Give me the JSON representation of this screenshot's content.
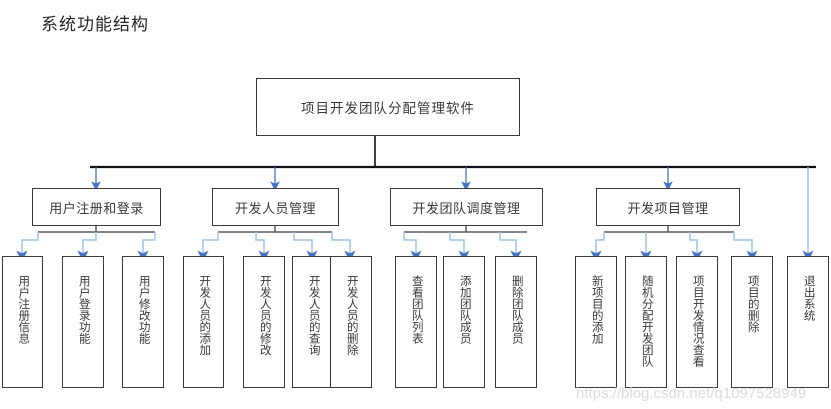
{
  "page": {
    "title": "系统功能结构",
    "watermark": "https://blog.csdn.net/q1097528949"
  },
  "colors": {
    "box_border": "#3b3b3b",
    "bus_line": "#111111",
    "connector": "#9dc3e6",
    "arrow_head": "#4472c4",
    "text": "#3a3a3a",
    "background": "#ffffff"
  },
  "chart_data": {
    "type": "diagram",
    "subtype": "tree-org-chart",
    "title": "系统功能结构",
    "root": {
      "label": "项目开发团队分配管理软件"
    },
    "groups": [
      {
        "label": "用户注册和登录",
        "leaves": [
          {
            "label": "用户注册信息"
          },
          {
            "label": "用户登录功能"
          },
          {
            "label": "用户修改功能"
          }
        ]
      },
      {
        "label": "开发人员管理",
        "leaves": [
          {
            "label": "开发人员的添加"
          },
          {
            "label": "开发人员的修改"
          },
          {
            "label": "开发人员的查询"
          },
          {
            "label": "开发人员的删除"
          }
        ]
      },
      {
        "label": "开发团队调度管理",
        "leaves": [
          {
            "label": "查看团队列表"
          },
          {
            "label": "添加团队成员"
          },
          {
            "label": "删除团队成员"
          }
        ]
      },
      {
        "label": "开发项目管理",
        "leaves": [
          {
            "label": "新项目的添加"
          },
          {
            "label": "随机分配开发团队"
          },
          {
            "label": "项目开发情况查看"
          },
          {
            "label": "项目的删除"
          },
          {
            "label": "退出系统"
          }
        ]
      }
    ],
    "orphan_leaves": []
  }
}
